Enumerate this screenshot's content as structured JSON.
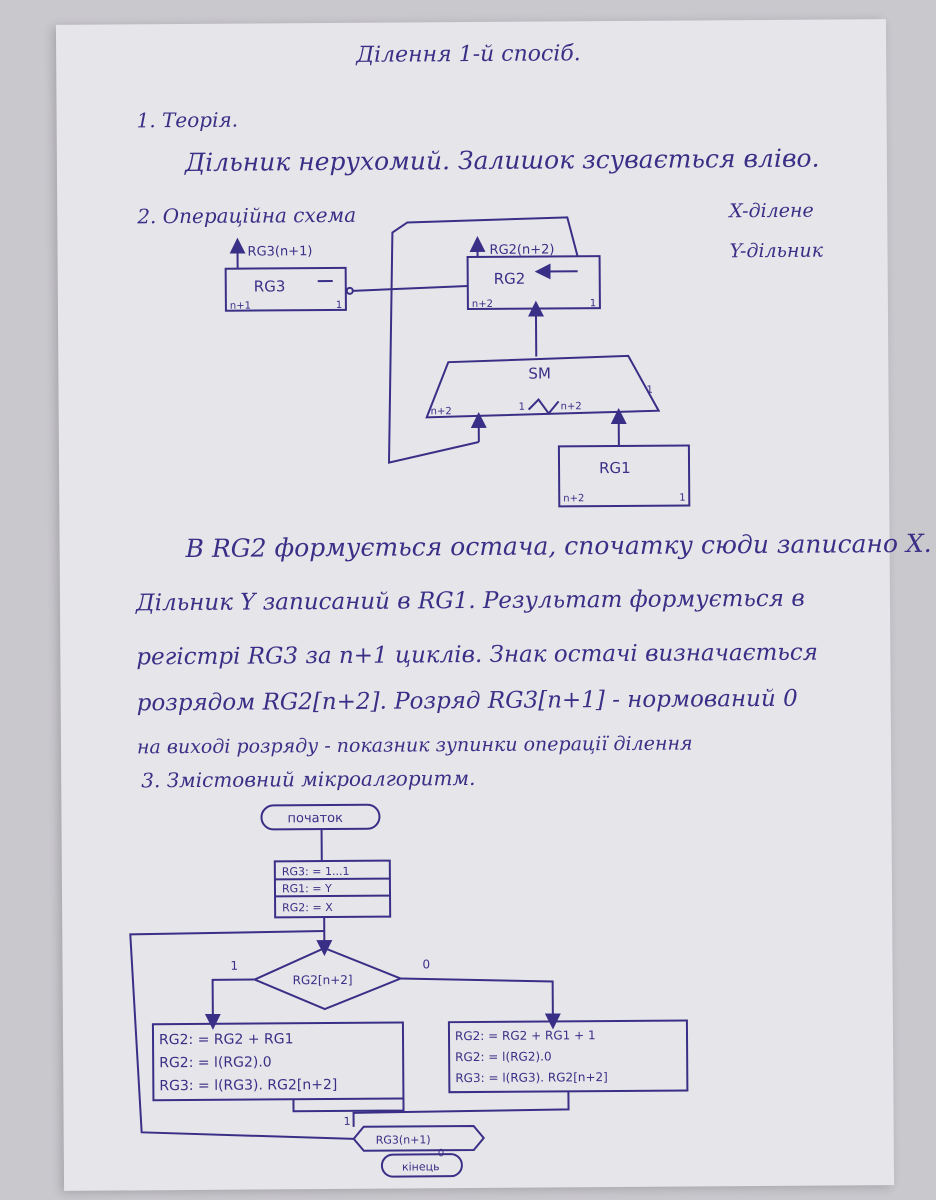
{
  "document": {
    "title": "Ділення 1-й спосіб.",
    "section1": {
      "heading": "1. Теорія.",
      "body": "Дільник нерухомий. Залишок зсувається вліво."
    },
    "section2": {
      "heading": "2. Операційна схема",
      "x_definition": "X-ділене",
      "y_definition": "Y-дільник",
      "diagram": {
        "rg3_label": "RG3",
        "rg3_out": "RG3(n+1)",
        "rg3_left_bit": "n+1",
        "rg3_right_bit": "1",
        "rg2_label": "RG2",
        "rg2_out": "RG2(n+2)",
        "rg2_left_bit": "n+2",
        "rg2_right_bit": "1",
        "sm_label": "SM",
        "sm_left_bit": "n+2",
        "sm_mid_bit_a": "1",
        "sm_mid_bit_b": "n+2",
        "sm_right_bit": "1",
        "rg1_label": "RG1",
        "rg1_left_bit": "n+2",
        "rg1_right_bit": "1"
      }
    },
    "paragraph": [
      "В RG2 формується остача, спочатку сюди записано X.",
      "Дільник Y записаний в RG1. Результат формується в",
      "регістрі RG3 за n+1 циклів. Знак остачі визначається",
      "розрядом RG2[n+2]. Розряд RG3[n+1] - нормований 0",
      "на виході розряду - показник зупинки операції ділення"
    ],
    "section3": {
      "heading": "3. Змістовний мікроалгоритм.",
      "flowchart": {
        "start": "початок",
        "init": [
          "RG3: = 1...1",
          "RG1: = Y",
          "RG2: = X"
        ],
        "condition": "RG2[n+2]",
        "branch_true": "1",
        "branch_false": "0",
        "left_ops": [
          "RG2: = RG2 + RG1",
          "RG2: = l(RG2).0",
          "RG3: = l(RG3). RG2[n+2]"
        ],
        "right_ops": [
          "RG2: = RG2 + RG1 + 1",
          "RG2: = l(RG2).0",
          "RG3: = l(RG3). RG2[n+2]"
        ],
        "loop_condition": "RG3(n+1)",
        "loop_branch": "1",
        "loop_exit": "0",
        "end": "кінець"
      }
    }
  }
}
